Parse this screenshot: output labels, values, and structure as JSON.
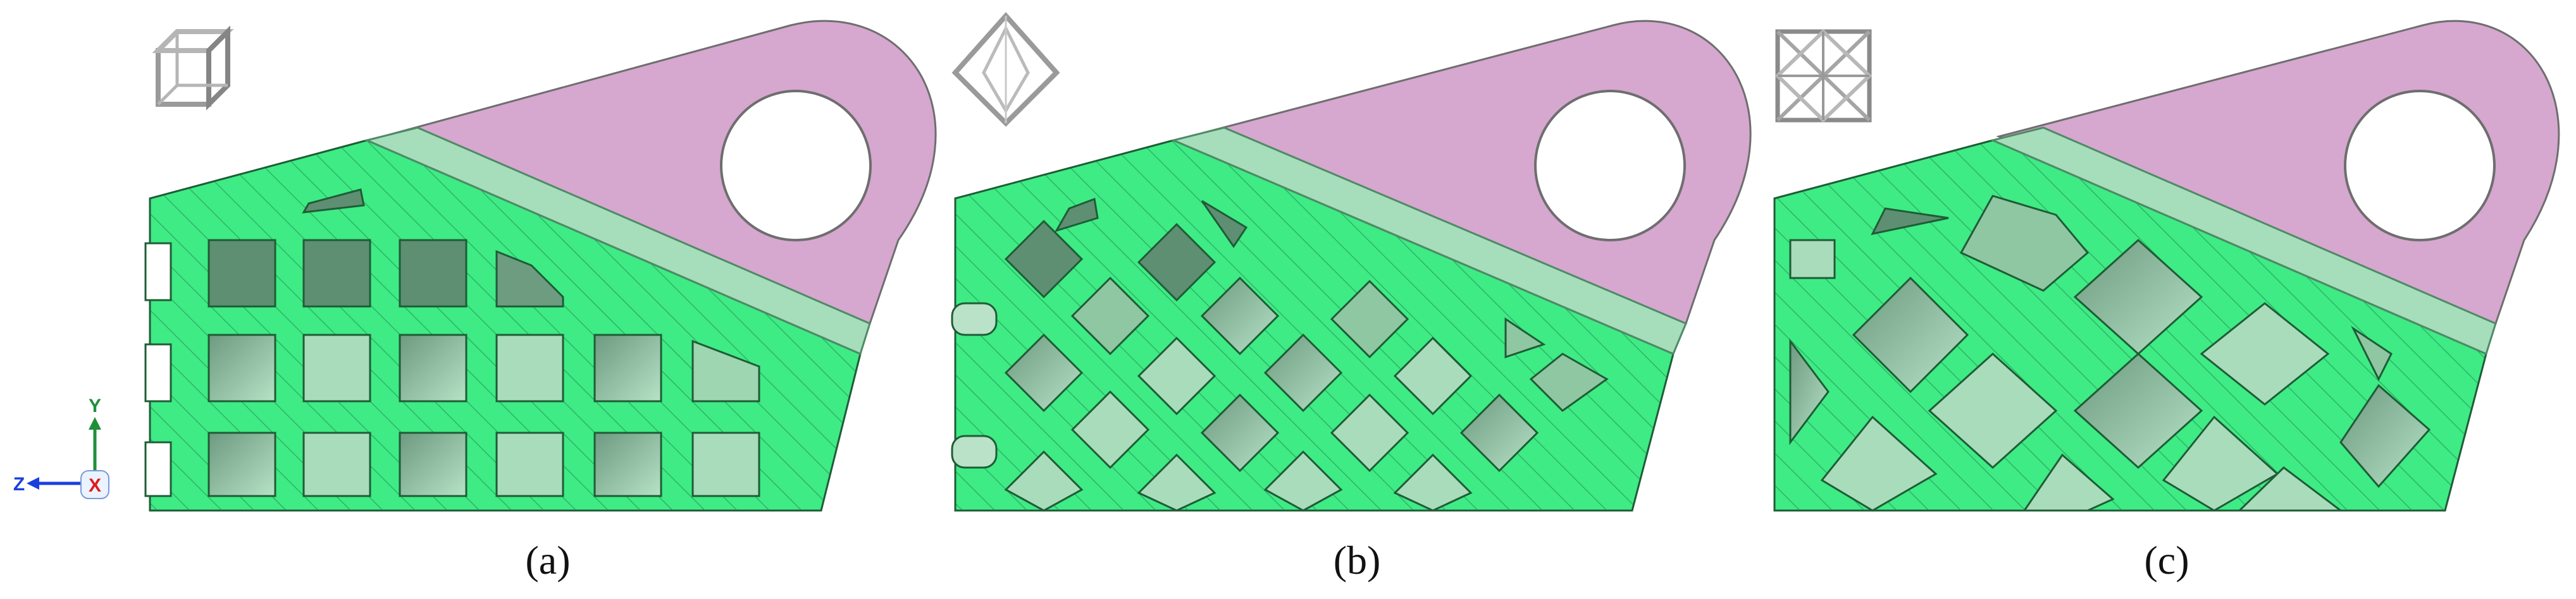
{
  "panels": [
    {
      "id": "a",
      "caption": "(a)",
      "lattice_icon": "cubic-cell-icon",
      "lattice_pattern": "grid"
    },
    {
      "id": "b",
      "caption": "(b)",
      "lattice_icon": "diamond-cell-icon",
      "lattice_pattern": "diagonal"
    },
    {
      "id": "c",
      "caption": "(c)",
      "lattice_icon": "octet-cell-icon",
      "lattice_pattern": "diagonal-dense"
    }
  ],
  "axis_triad": {
    "y_label": "Y",
    "z_label": "Z",
    "x_label": "X"
  },
  "colors": {
    "lattice_green": "#3EEB85",
    "edge_dark": "#1f5c36",
    "pocket_dark": "#5e8f72",
    "pocket_light": "#9fd6b2",
    "strip": "#a6ddbb",
    "lug_pink": "#d6a7cf",
    "axis_blue": "#1a3fe0",
    "axis_green": "#1f8f3a",
    "axis_red": "#e01a1a"
  }
}
